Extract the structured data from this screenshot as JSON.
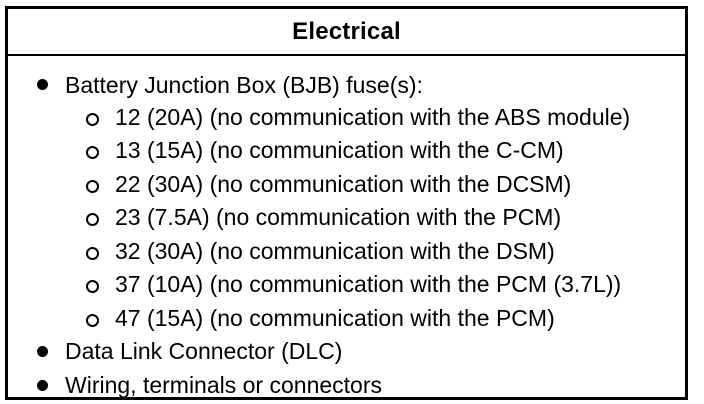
{
  "title": "Electrical",
  "items": [
    {
      "text": "Battery Junction Box (BJB) fuse(s):",
      "subitems": [
        "12 (20A) (no communication with the ABS module)",
        "13 (15A) (no communication with the C-CM)",
        "22 (30A) (no communication with the DCSM)",
        "23 (7.5A) (no communication with the PCM)",
        "32 (30A) (no communication with the DSM)",
        "37 (10A) (no communication with the PCM (3.7L))",
        "47 (15A) (no communication with the PCM)"
      ]
    },
    {
      "text": "Data Link Connector (DLC)"
    },
    {
      "text": "Wiring, terminals or connectors"
    }
  ]
}
